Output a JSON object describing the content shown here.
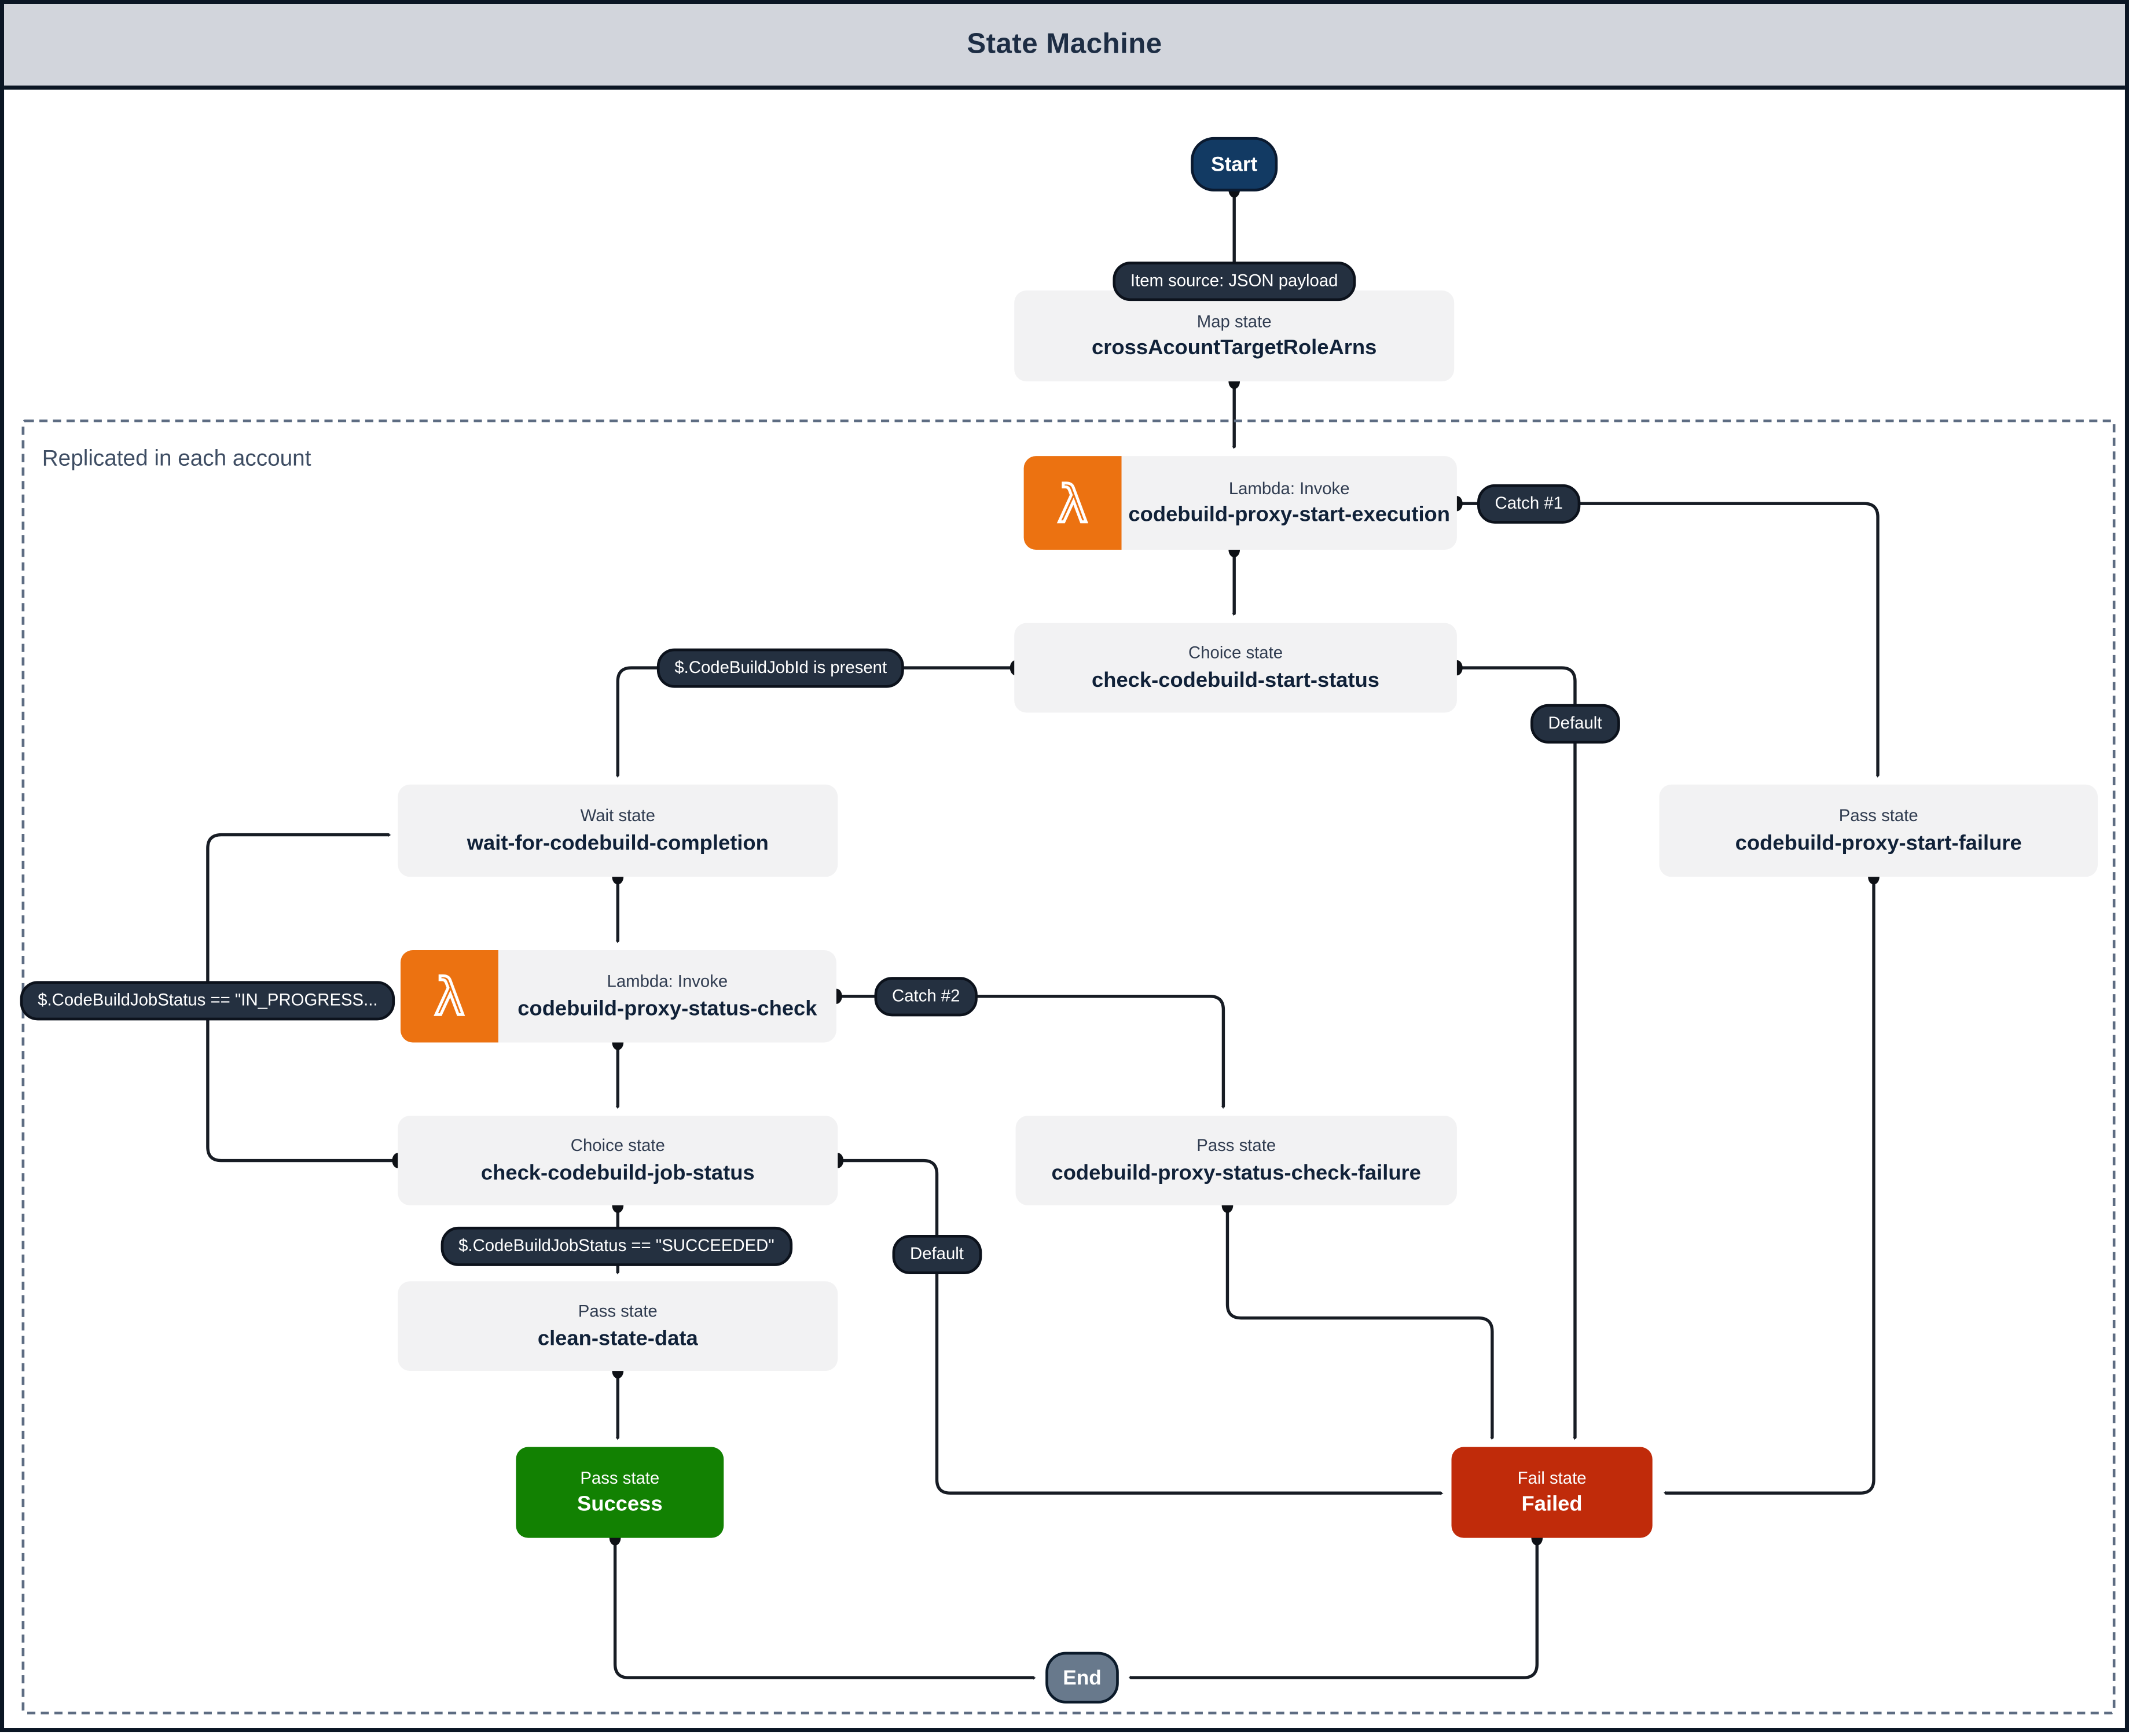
{
  "title": "State Machine",
  "region_label": "Replicated in each account",
  "colors": {
    "titlebar_bg": "#d2d5dc",
    "outer_border": "#0b1624",
    "dashed_border": "#5d6c82",
    "state_bg": "#f2f2f3",
    "pill_bg": "#243040",
    "start_bg": "#123a63",
    "end_bg": "#68798c",
    "success_bg": "#128102",
    "fail_bg": "#c02b0a",
    "lambda_orange": "#ec7211",
    "edge_color": "#171c24"
  },
  "nodes": {
    "start": {
      "label": "Start"
    },
    "end": {
      "label": "End"
    },
    "map": {
      "type_label": "Map state",
      "name": "crossAcountTargetRoleArns"
    },
    "lambda_start": {
      "type_label": "Lambda: Invoke",
      "name": "codebuild-proxy-start-execution",
      "icon": "lambda-icon"
    },
    "choice_start": {
      "type_label": "Choice state",
      "name": "check-codebuild-start-status"
    },
    "wait": {
      "type_label": "Wait state",
      "name": "wait-for-codebuild-completion"
    },
    "lambda_status": {
      "type_label": "Lambda: Invoke",
      "name": "codebuild-proxy-status-check",
      "icon": "lambda-icon"
    },
    "choice_job": {
      "type_label": "Choice state",
      "name": "check-codebuild-job-status"
    },
    "status_check_failure": {
      "type_label": "Pass state",
      "name": "codebuild-proxy-status-check-failure"
    },
    "clean_state": {
      "type_label": "Pass state",
      "name": "clean-state-data"
    },
    "success": {
      "type_label": "Pass state",
      "name": "Success"
    },
    "failed": {
      "type_label": "Fail state",
      "name": "Failed"
    },
    "start_failure": {
      "type_label": "Pass state",
      "name": "codebuild-proxy-start-failure"
    }
  },
  "edge_labels": {
    "item_source": "Item source: JSON payload",
    "catch1": "Catch #1",
    "jobid_present": "$.CodeBuildJobId is present",
    "default1": "Default",
    "catch2": "Catch #2",
    "in_progress": "$.CodeBuildJobStatus == \"IN_PROGRESS...",
    "succeeded": "$.CodeBuildJobStatus == \"SUCCEEDED\"",
    "default2": "Default"
  }
}
